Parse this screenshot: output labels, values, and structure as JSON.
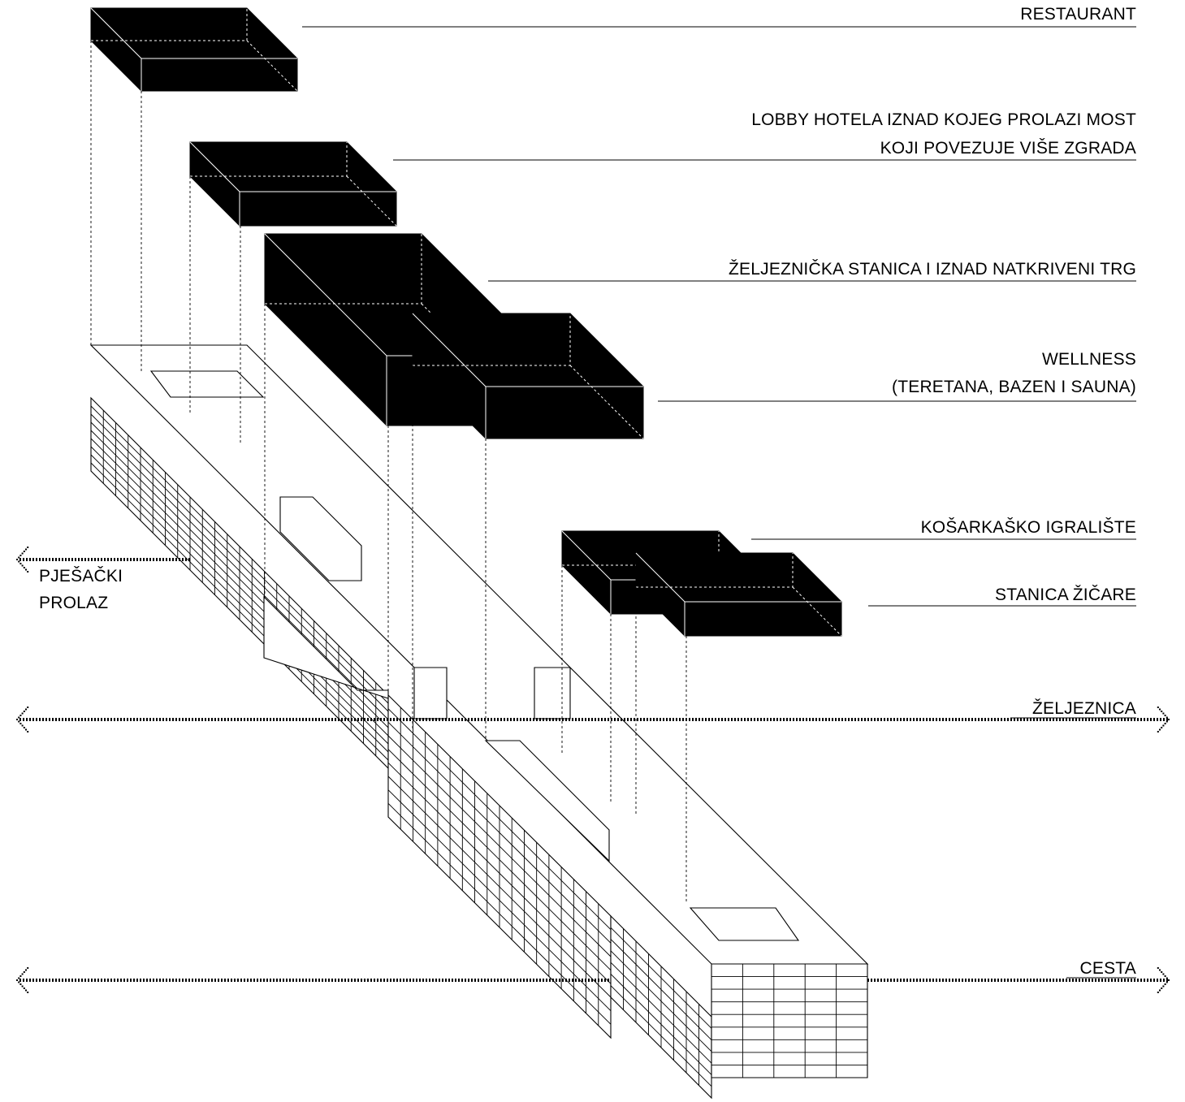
{
  "labels": {
    "restaurant": "RESTAURANT",
    "lobby_line1": "LOBBY HOTELA IZNAD KOJEG PROLAZI MOST",
    "lobby_line2": "KOJI POVEZUJE VIŠE ZGRADA",
    "station_square": "ŽELJEZNIČKA STANICA I IZNAD NATKRIVENI TRG",
    "wellness_line1": "WELLNESS",
    "wellness_line2": "(TERETANA, BAZEN I SAUNA)",
    "basketball": "KOŠARKAŠKO IGRALIŠTE",
    "cable_car": "STANICA ŽIČARE",
    "pedestrian_line1": "PJEŠAČKI",
    "pedestrian_line2": "PROLAZ",
    "railway": "ŽELJEZNICA",
    "road": "CESTA"
  },
  "colors": {
    "ink": "#000000",
    "paper": "#ffffff"
  }
}
